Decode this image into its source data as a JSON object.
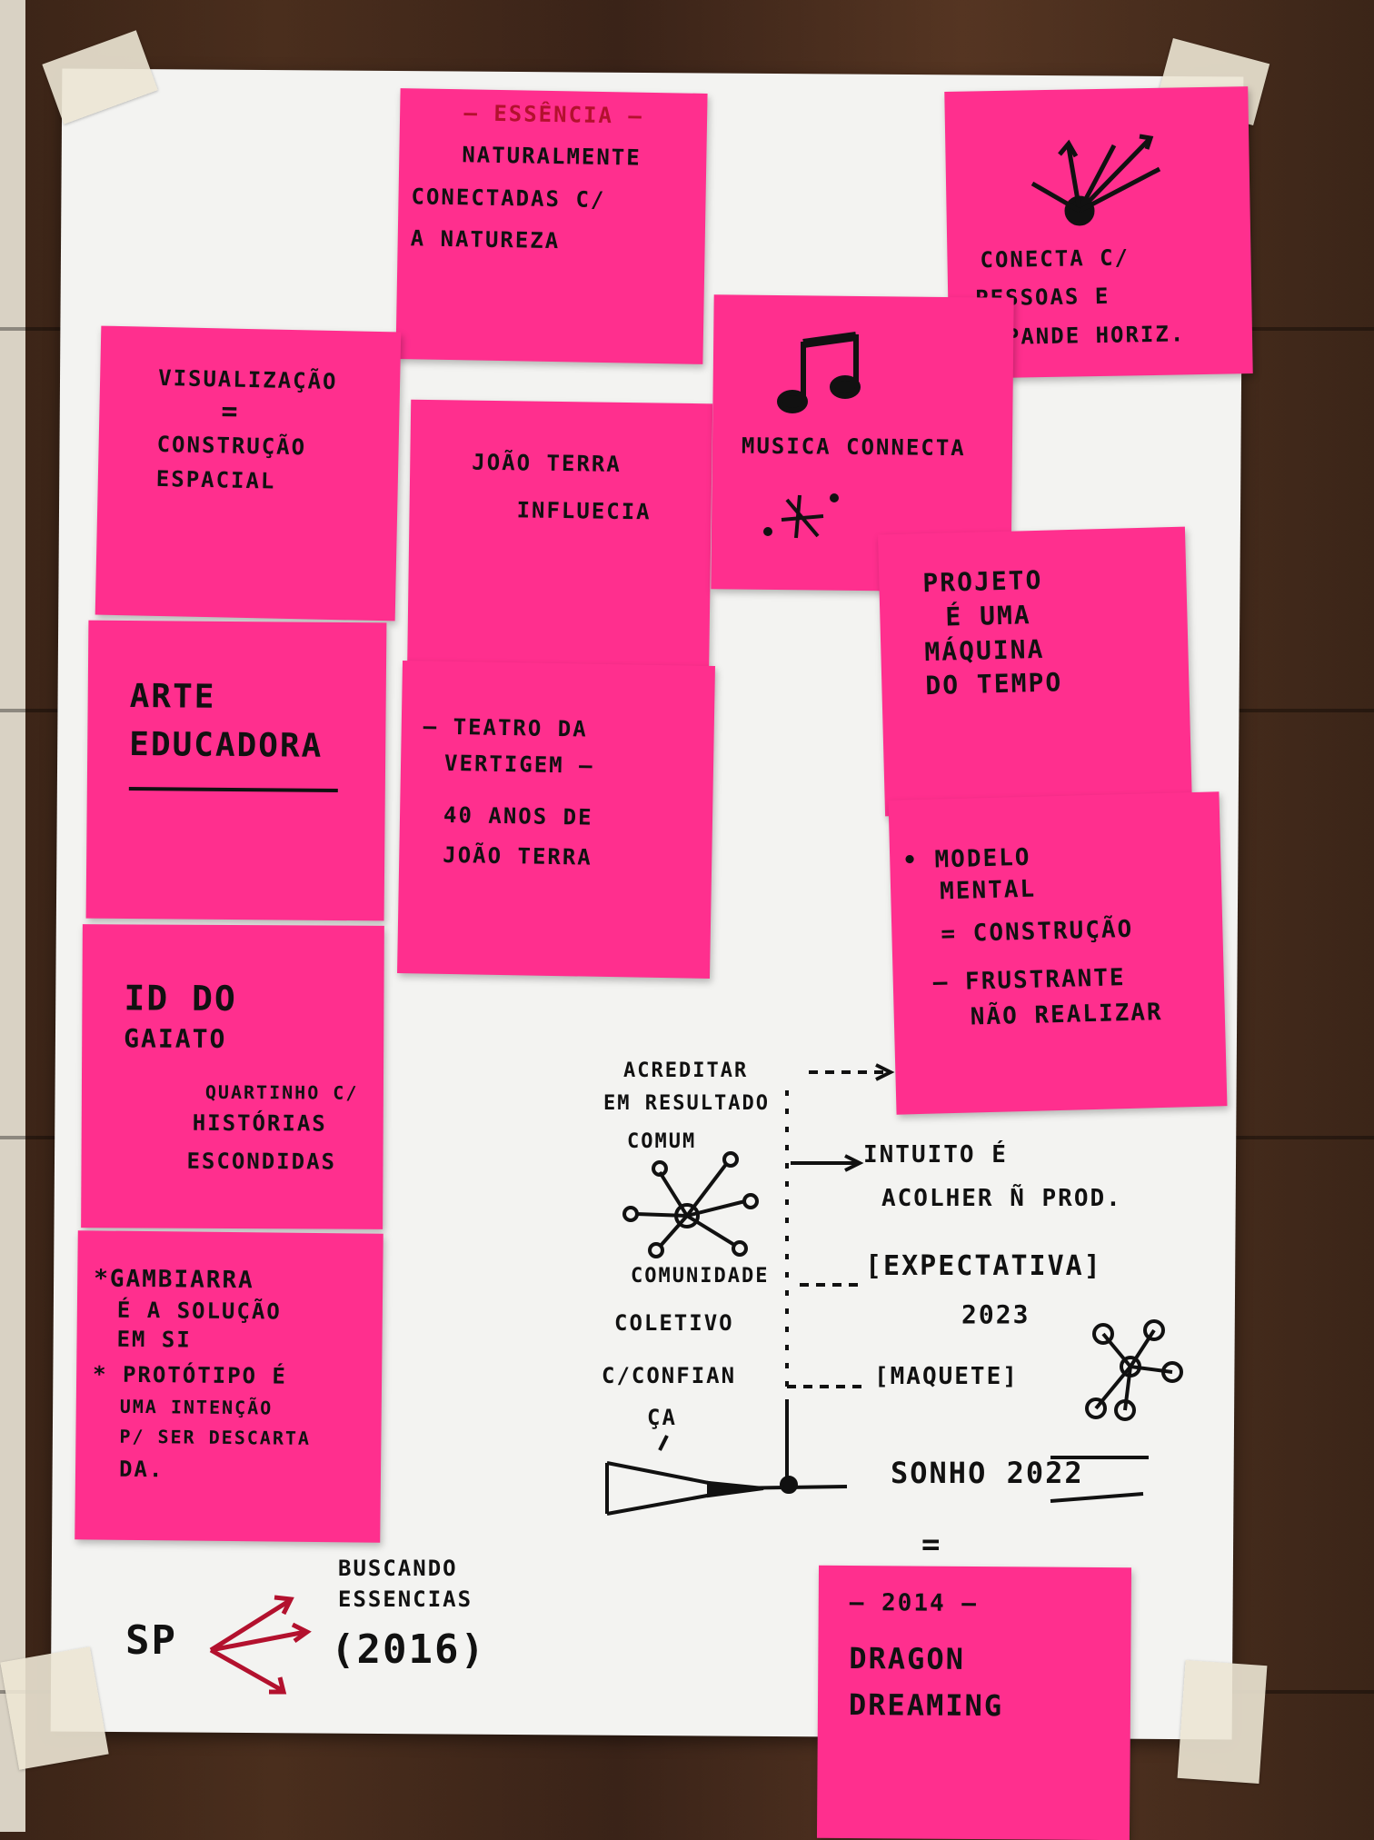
{
  "board": {
    "notes": {
      "essencia": {
        "title": "— ESSÊNCIA —",
        "lines": [
          "NATURALMENTE",
          "CONECTADAS C/",
          "A NATUREZA"
        ]
      },
      "conecta": {
        "lines": [
          "CONECTA C/",
          "PESSOAS E",
          "EXPANDE HORIZ."
        ]
      },
      "visualizacao": {
        "lines": [
          "VISUALIZAÇÃO",
          "=",
          "CONSTRUÇÃO",
          "ESPACIAL"
        ]
      },
      "joao": {
        "lines": [
          "JOÃO TERRA",
          "INFLUECIA"
        ]
      },
      "musica": {
        "lines": [
          "MUSICA CONNECTA"
        ]
      },
      "projeto": {
        "lines": [
          "PROJETO",
          "É UMA",
          "MÁQUINA",
          "DO TEMPO"
        ]
      },
      "arte": {
        "lines": [
          "ARTE",
          "EDUCADORA"
        ]
      },
      "teatro": {
        "lines": [
          "– TEATRO DA",
          "VERTIGEM –",
          "40 ANOS DE",
          "JOÃO TERRA"
        ]
      },
      "modelo": {
        "lines": [
          "• MODELO",
          "MENTAL",
          "= CONSTRUÇÃO",
          "– FRUSTRANTE",
          "NÃO REALIZAR"
        ]
      },
      "id": {
        "lines": [
          "ID DO",
          "GAIATO",
          "QUARTINHO C/",
          "HISTÓRIAS",
          "ESCONDIDAS"
        ]
      },
      "gambiarra": {
        "lines": [
          "*GAMBIARRA",
          "É A SOLUÇÃO",
          "EM SI",
          "* PROTÓTIPO É",
          "UMA INTENÇÃO",
          "P/ SER DESCARTA",
          "DA."
        ]
      },
      "dragon": {
        "lines": [
          "— 2014 —",
          "DRAGON",
          "DREAMING"
        ]
      }
    },
    "diagram": {
      "acreditar": [
        "ACREDITAR",
        "EM RESULTADO",
        "COMUM"
      ],
      "intuito": [
        "INTUITO É",
        "ACOLHER Ñ PROD."
      ],
      "comunidade": "COMUNIDADE",
      "coletivo": "COLETIVO",
      "confianca": [
        "C/CONFIAN",
        "ÇA"
      ],
      "expectativa": [
        "[EXPECTATIVA]",
        "2023"
      ],
      "maquete": "[MAQUETE]",
      "sonho": "SONHO 2022",
      "equals": "="
    },
    "bottom": {
      "sp": "SP",
      "buscando": [
        "BUSCANDO",
        "ESSENCIAS"
      ],
      "year": "(2016)"
    },
    "colors": {
      "note": "#ff2f8e",
      "paper": "#f3f3f1",
      "wood": "#4a2e1d",
      "red_ink": "#b3112e"
    }
  }
}
